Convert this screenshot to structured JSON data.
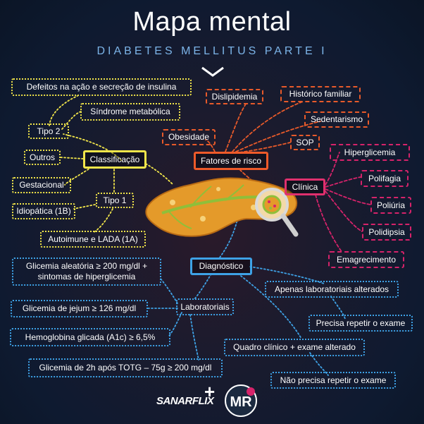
{
  "header": {
    "title": "Mapa mental",
    "subtitle": "DIABETES MELLITUS PARTE I"
  },
  "colors": {
    "classificacao": "#f1e54a",
    "fatores": "#e85a2a",
    "clinica": "#d6236a",
    "diagnostico": "#3ea2e6"
  },
  "classificacao": {
    "label": "Classificação",
    "tipo2": "Tipo 2",
    "defeitos": "Defeitos na ação e secreção de insulina",
    "sindrome": "Síndrome metabólica",
    "outros": "Outros",
    "gestacional": "Gestacional",
    "tipo1": "Tipo 1",
    "idiopatica": "Idiopática (1B)",
    "autoimune": "Autoimune e LADA (1A)"
  },
  "fatores": {
    "label": "Fatores de risco",
    "dislipidemia": "Dislipidemia",
    "historico": "Histórico familiar",
    "sedentarismo": "Sedentarismo",
    "obesidade": "Obesidade",
    "sop": "SOP"
  },
  "clinica": {
    "label": "Clínica",
    "hiperglicemia": "Hiperglicemia",
    "polifagia": "Polifagia",
    "poliuria": "Poliúria",
    "polidipsia": "Polidipsia",
    "emagrecimento": "Emagrecimento"
  },
  "diagnostico": {
    "label": "Diagnóstico",
    "laboratoriais": "Laboratoriais",
    "glicemia_aleatoria_1": "Glicemia aleatória ≥ 200 mg/dl +",
    "glicemia_aleatoria_2": "sintomas de hiperglicemia",
    "jejum": "Glicemia de jejum ≥ 126 mg/dl",
    "a1c": "Hemoglobina glicada (A1c) ≥ 6,5%",
    "totg": "Glicemia de 2h após TOTG – 75g ≥ 200 mg/dl",
    "apenas_lab": "Apenas laboratoriais alterados",
    "repetir": "Precisa repetir o exame",
    "quadro": "Quadro clínico + exame alterado",
    "nao_repetir": "Não precisa repetir o exame"
  },
  "logos": {
    "brand1_a": "SANAR",
    "brand1_b": "FLIX",
    "plus": "+",
    "brand2": "MR"
  }
}
